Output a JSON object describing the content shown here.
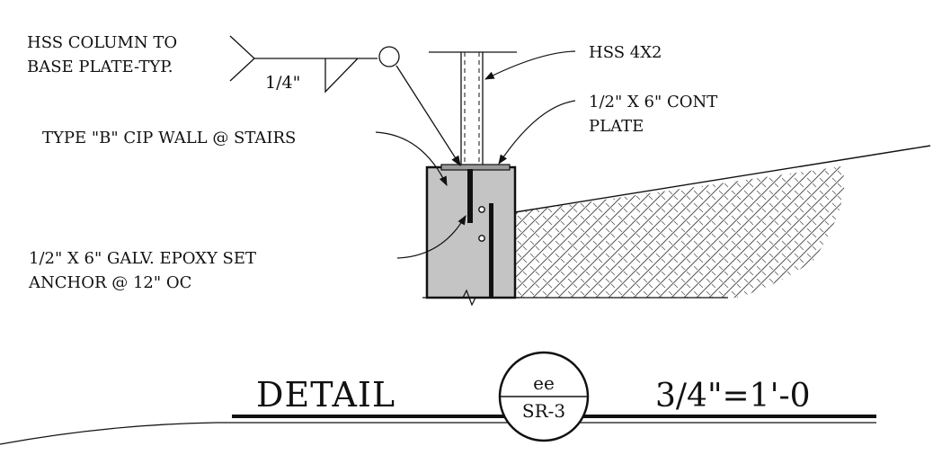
{
  "callouts": {
    "weld_note_line1": "HSS COLUMN TO",
    "weld_note_line2": "BASE PLATE-TYP.",
    "weld_size": "1/4\"",
    "hss_label": "HSS 4X2",
    "plate_line1": "1/2\" X 6\" CONT",
    "plate_line2": "PLATE",
    "wall_label": "TYPE \"B\" CIP WALL @ STAIRS",
    "anchor_line1": "1/2\" X 6\" GALV. EPOXY SET",
    "anchor_line2": "ANCHOR @ 12\" OC"
  },
  "title_block": {
    "title": "DETAIL",
    "detail_id": "ee",
    "sheet": "SR-3",
    "scale": "3/4\"=1'-0"
  },
  "colors": {
    "concrete": "#c4c4c4",
    "ink": "#111111",
    "earth_hatch": "#555555"
  }
}
